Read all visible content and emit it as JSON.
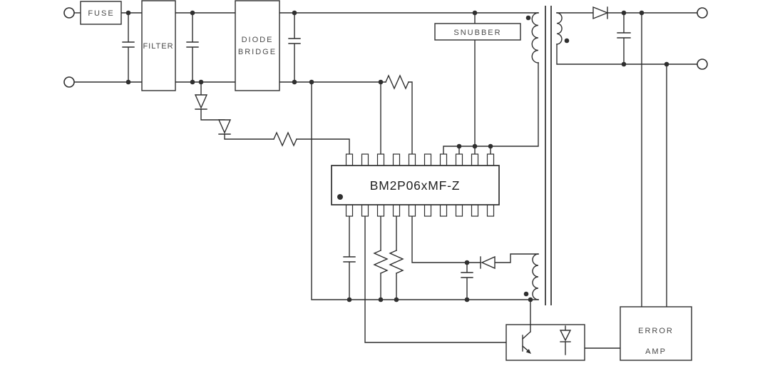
{
  "colors": {
    "background": "#ffffff",
    "line": "#2f2f2f",
    "label_text": "#4a4a4a",
    "ic_text": "#1f1f1f"
  },
  "labels": {
    "fuse": "FUSE",
    "filter": "FILTER",
    "diode_bridge": [
      "DIODE",
      "BRIDGE"
    ],
    "snubber": "SNUBBER",
    "ic": "BM2P06xMF-Z",
    "error_amp": [
      "ERROR",
      "AMP"
    ]
  }
}
